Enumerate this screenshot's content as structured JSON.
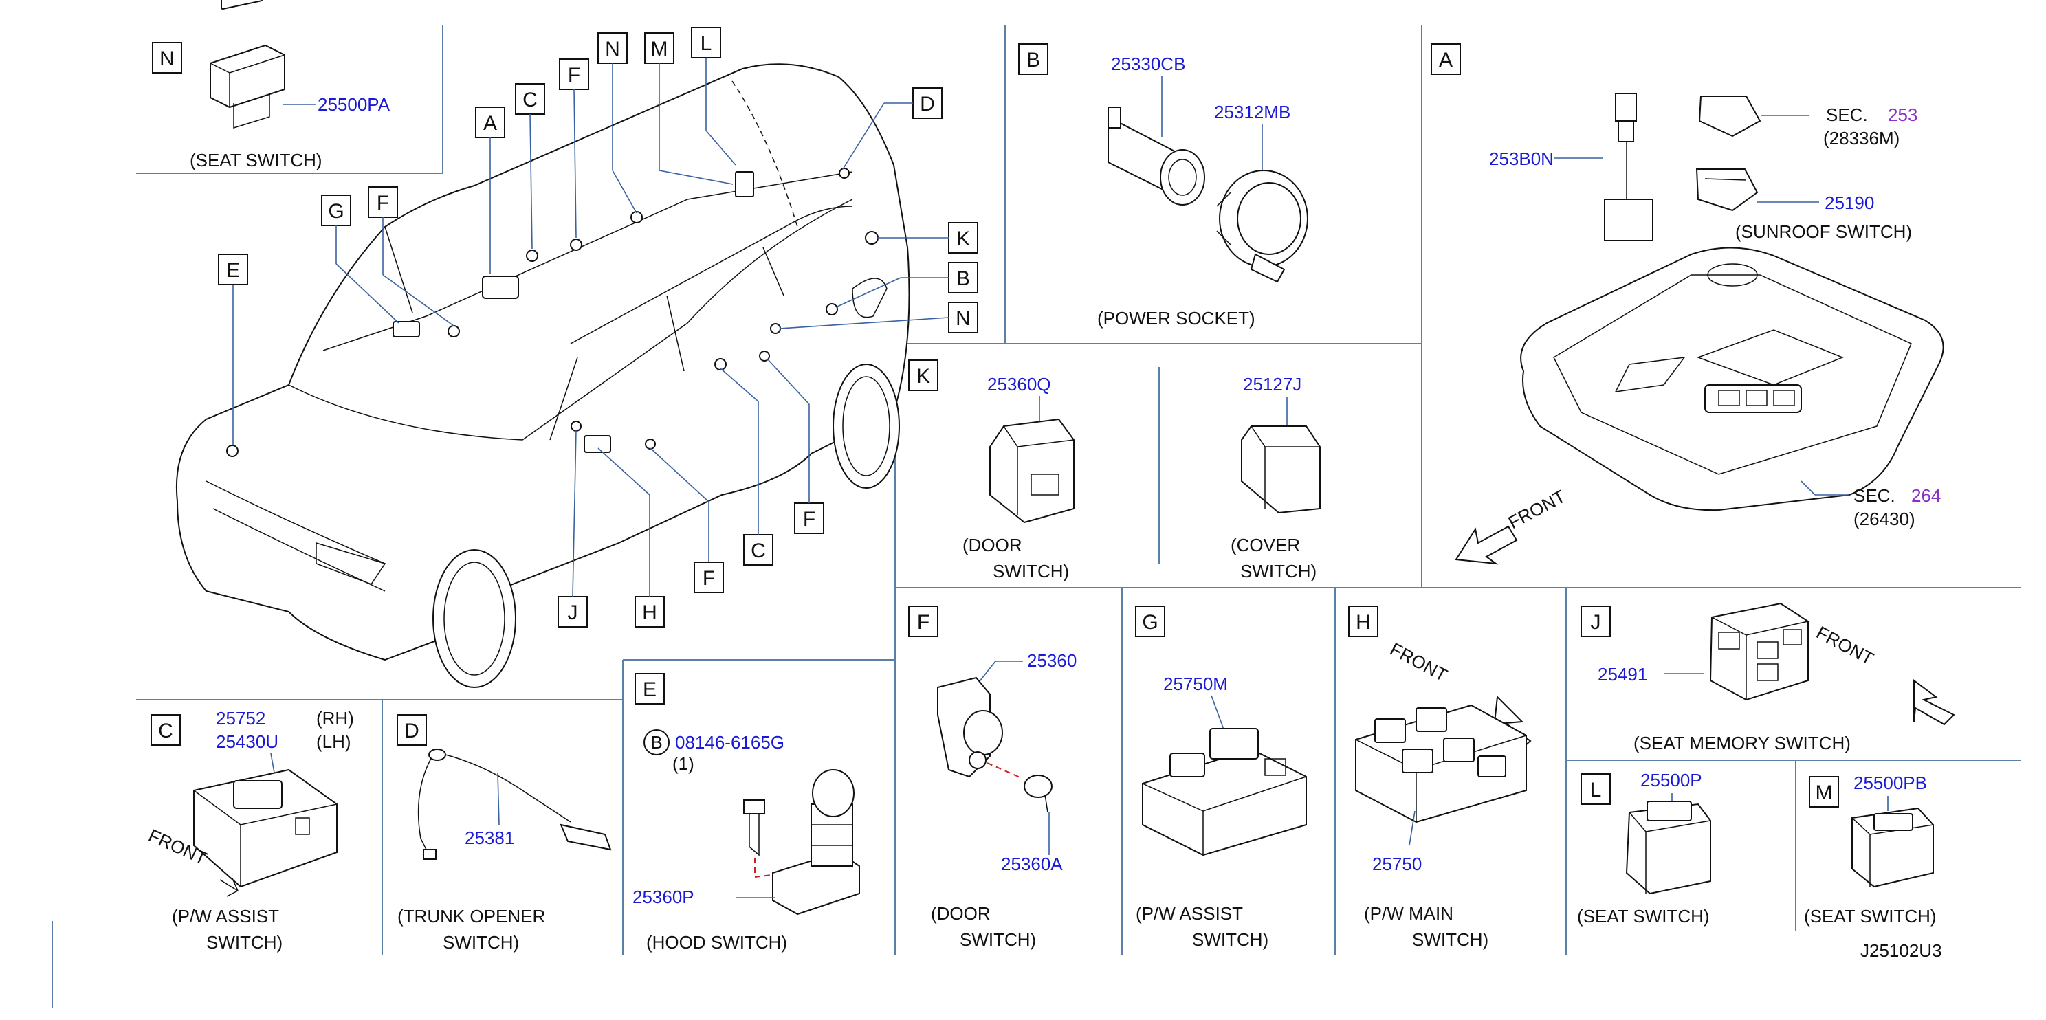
{
  "diagram_code": "J25102U3",
  "panels": {
    "N_seat": {
      "letter": "N",
      "part": "25500PA",
      "caption": "(SEAT   SWITCH)"
    },
    "B_power": {
      "letter": "B",
      "parts": [
        "25330CB",
        "25312MB"
      ],
      "caption": "(POWER   SOCKET)"
    },
    "A_sunroof": {
      "letter": "A",
      "part1": "253B0N",
      "sec1_prefix": "SEC.",
      "sec1_num": "253",
      "sec1_ref": "(28336M)",
      "part2": "25190",
      "caption": "(SUNROOF   SWITCH)",
      "sec2_prefix": "SEC.",
      "sec2_num": "264",
      "sec2_ref": "(26430)",
      "front": "FRONT"
    },
    "K_door": {
      "letter": "K",
      "part": "25360Q",
      "caption1": "(DOOR",
      "caption2": "SWITCH)"
    },
    "K_cover": {
      "part": "25127J",
      "caption1": "(COVER",
      "caption2": "SWITCH)"
    },
    "C_assist": {
      "letter": "C",
      "part_rh": "25752",
      "rh": "(RH)",
      "part_lh": "25430U",
      "lh": "(LH)",
      "front": "FRONT",
      "caption1": "(P/W   ASSIST",
      "caption2": "SWITCH)"
    },
    "D_trunk": {
      "letter": "D",
      "part": "25381",
      "caption1": "(TRUNK   OPENER",
      "caption2": "SWITCH)"
    },
    "E_hood": {
      "letter": "E",
      "bolt_letter": "B",
      "bolt": "08146-6165G",
      "bolt_qty": "(1)",
      "part": "25360P",
      "caption": "(HOOD   SWITCH)"
    },
    "F_door": {
      "letter": "F",
      "part1": "25360",
      "part2": "25360A",
      "caption1": "(DOOR",
      "caption2": "SWITCH)"
    },
    "G_assist": {
      "letter": "G",
      "part": "25750M",
      "caption1": "(P/W   ASSIST",
      "caption2": "SWITCH)"
    },
    "H_main": {
      "letter": "H",
      "front": "FRONT",
      "part": "25750",
      "caption1": "(P/W   MAIN",
      "caption2": "SWITCH)"
    },
    "J_memory": {
      "letter": "J",
      "part": "25491",
      "front": "FRONT",
      "caption": "(SEAT   MEMORY   SWITCH)"
    },
    "L_seat": {
      "letter": "L",
      "part": "25500P",
      "caption": "(SEAT   SWITCH)"
    },
    "M_seat": {
      "letter": "M",
      "part": "25500PB",
      "caption": "(SEAT   SWITCH)"
    }
  },
  "vehicle_callouts": [
    "N",
    "M",
    "L",
    "A",
    "C",
    "F",
    "D",
    "G",
    "F",
    "K",
    "E",
    "B",
    "N",
    "J",
    "H",
    "F",
    "C",
    "F"
  ],
  "colors": {
    "part_number": "#1a1ad6",
    "section_number": "#8b2fc9",
    "frame_lines": "#5b7fa6",
    "drawing": "#111111"
  }
}
